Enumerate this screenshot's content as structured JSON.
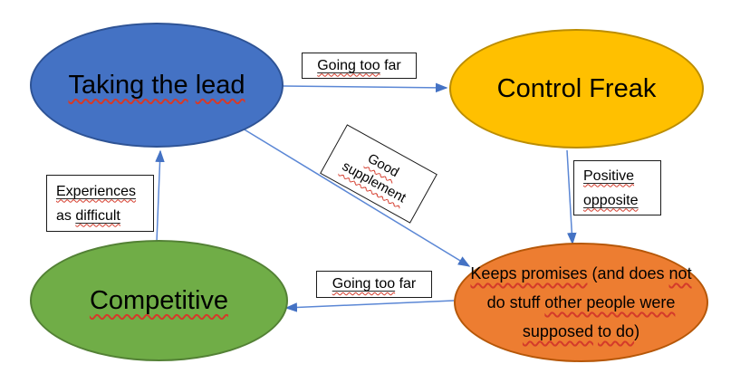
{
  "diagram": {
    "background": "#ffffff",
    "colors": {
      "arrow_line": "#5B87D5",
      "arrow_head": "#4472C4",
      "spellcheck_wavy": "#D43A2A",
      "label_box_border": "#1a1a1a",
      "label_box_fill": "#ffffff"
    },
    "nodes": [
      {
        "name": "taking-the-lead",
        "label": "Taking the lead",
        "fill": "#4472C4",
        "border": "#2E5395",
        "segments": [
          {
            "t": "Taking the",
            "f": true
          },
          {
            "t": " ",
            "f": false
          },
          {
            "t": "lead",
            "f": true
          }
        ]
      },
      {
        "name": "control-freak",
        "label": "Control Freak",
        "fill": "#FFC000",
        "border": "#BC8D00",
        "segments": [
          {
            "t": "Control Freak",
            "f": false
          }
        ]
      },
      {
        "name": "competitive",
        "label": "Competitive",
        "fill": "#70AD47",
        "border": "#538135",
        "segments": [
          {
            "t": "Competitive",
            "f": true
          }
        ]
      },
      {
        "name": "keeps-promises",
        "label": "Keeps promises (and does not do stuff other people were supposed to do)",
        "fill": "#ED7D31",
        "border": "#B65708",
        "segments": [
          {
            "t": "Keeps promises",
            "f": true
          },
          {
            "t": " (and does ",
            "f": false
          },
          {
            "t": "not",
            "f": true
          },
          {
            "t": " do stuff ",
            "f": false
          },
          {
            "t": "other people were",
            "f": true
          },
          {
            "t": " ",
            "f": false
          },
          {
            "t": "supposed",
            "f": true
          },
          {
            "t": " ",
            "f": false
          },
          {
            "t": "to do",
            "f": true
          },
          {
            "t": ")",
            "f": false
          }
        ]
      }
    ],
    "edge_labels": [
      {
        "name": "going-too-far-top",
        "label": "Going too far",
        "segments": [
          {
            "t": "Going too",
            "f": true
          },
          {
            "t": " far",
            "f": false
          }
        ]
      },
      {
        "name": "good-supplement",
        "label": "Good supplement",
        "segments": [
          {
            "t": "Good",
            "f": true
          },
          {
            "t": " ",
            "f": false
          },
          {
            "t": "supplement",
            "f": true
          }
        ]
      },
      {
        "name": "positive-opposite",
        "label": "Positive opposite",
        "segments": [
          {
            "t": "Positive",
            "f": true
          },
          {
            "t": " ",
            "f": false
          },
          {
            "t": "opposite",
            "f": true
          }
        ]
      },
      {
        "name": "experiences-as-difficult",
        "label": "Experiences as difficult",
        "segments": [
          {
            "t": "Experiences",
            "f": true
          },
          {
            "t": " as ",
            "f": false
          },
          {
            "t": "difficult",
            "f": true
          }
        ]
      },
      {
        "name": "going-too-far-bottom",
        "label": "Going too far",
        "segments": [
          {
            "t": "Going too",
            "f": true
          },
          {
            "t": " far",
            "f": false
          }
        ]
      }
    ],
    "edges": [
      {
        "from": "taking-the-lead",
        "to": "control-freak",
        "label": "Going too far"
      },
      {
        "from": "control-freak",
        "to": "keeps-promises",
        "label": "Positive opposite"
      },
      {
        "from": "taking-the-lead",
        "to": "keeps-promises",
        "label": "Good supplement"
      },
      {
        "from": "keeps-promises",
        "to": "competitive",
        "label": "Going too far"
      },
      {
        "from": "competitive",
        "to": "taking-the-lead",
        "label": "Experiences as difficult"
      }
    ]
  }
}
